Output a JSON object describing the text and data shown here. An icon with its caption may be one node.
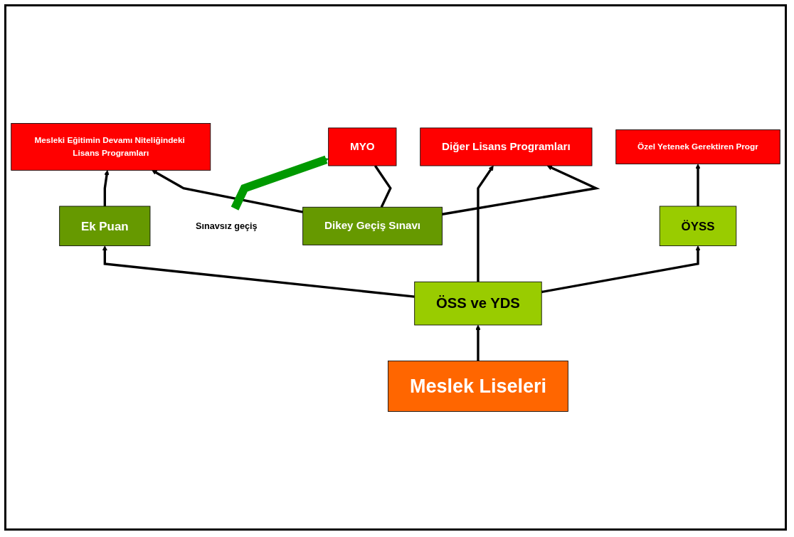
{
  "diagram": {
    "nodes": [
      {
        "text": [
          "Dikey Geçiş Sınavı"
        ]
      },
      {
        "text": [
          "MYO"
        ]
      },
      {
        "text": [
          "Mesleki Eğitimin Devamı Niteliğindeki Lisans Programları"
        ]
      },
      {
        "text": [
          "Diğer Lisans Programları"
        ]
      },
      {
        "text": [
          "Özel Yetenek Gerektiren Progr"
        ]
      },
      {
        "text": [
          "Ek Puan"
        ]
      },
      {
        "text": [
          "ÖYSS"
        ]
      },
      {
        "text": [
          "ÖSS ve YDS"
        ]
      },
      {
        "text": [
          "Meslek Liseleri"
        ]
      },
      {
        "text": [
          "Sınavsız geçiş"
        ]
      }
    ],
    "edges": [
      {
        "from": 0,
        "to": 1,
        "arrow": "none"
      },
      {
        "from": 0,
        "to": 2,
        "arrow": "to"
      },
      {
        "from": 0,
        "to": 3,
        "arrow": "to"
      },
      {
        "from": 5,
        "to": 2,
        "arrow": "to"
      },
      {
        "from": 7,
        "to": 5,
        "arrow": "to"
      },
      {
        "from": 7,
        "to": 3,
        "arrow": "to"
      },
      {
        "from": 7,
        "to": 6,
        "arrow": "to"
      },
      {
        "from": 6,
        "to": 4,
        "arrow": "to"
      },
      {
        "from": 8,
        "to": 7,
        "arrow": "to"
      },
      {
        "from": 9,
        "to": 1,
        "arrow": "to",
        "style": "thick",
        "color": "#009900"
      }
    ]
  }
}
